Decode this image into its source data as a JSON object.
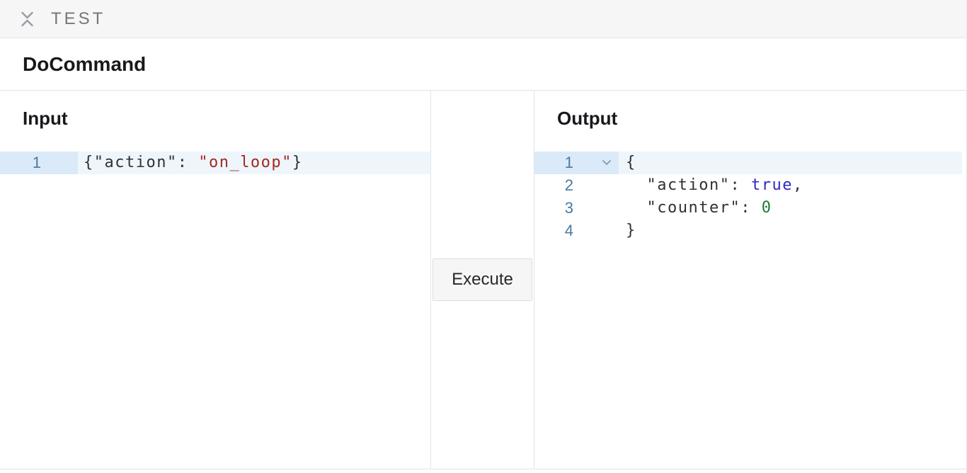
{
  "topbar": {
    "title": "TEST"
  },
  "command_header": {
    "title": "DoCommand"
  },
  "input_panel": {
    "heading": "Input"
  },
  "output_panel": {
    "heading": "Output"
  },
  "execute_button": {
    "label": "Execute"
  },
  "icons": {
    "topbar_collapse": "collapse-vertical-icon",
    "output_fold": "chevron-down-icon"
  },
  "colors": {
    "topbar_bg": "#f6f6f7",
    "border": "#e4e4e6",
    "line_number": "#4a7aa2",
    "active_line_gutter_bg": "#dbeaf8",
    "active_line_bg": "#eef6fc",
    "code_plain": "#2e3236",
    "code_string": "#a5291f",
    "code_boolean": "#2d28c4",
    "code_number": "#1d7a36",
    "fold_chevron": "#7b9cb8",
    "collapse_icon": "#9aa1a8"
  },
  "editors": {
    "input": {
      "lines": [
        {
          "number": "1",
          "active": true,
          "fold": false,
          "tokens": [
            {
              "type": "plain",
              "text": "{\"action\": "
            },
            {
              "type": "string",
              "text": "\"on_loop\""
            },
            {
              "type": "plain",
              "text": "}"
            }
          ]
        }
      ]
    },
    "output": {
      "lines": [
        {
          "number": "1",
          "active": true,
          "fold": true,
          "tokens": [
            {
              "type": "plain",
              "text": "{"
            }
          ]
        },
        {
          "number": "2",
          "active": false,
          "fold": false,
          "tokens": [
            {
              "type": "plain",
              "text": "  \"action\": "
            },
            {
              "type": "boolean",
              "text": "true"
            },
            {
              "type": "plain",
              "text": ","
            }
          ]
        },
        {
          "number": "3",
          "active": false,
          "fold": false,
          "tokens": [
            {
              "type": "plain",
              "text": "  \"counter\": "
            },
            {
              "type": "number",
              "text": "0"
            }
          ]
        },
        {
          "number": "4",
          "active": false,
          "fold": false,
          "tokens": [
            {
              "type": "plain",
              "text": "}"
            }
          ]
        }
      ]
    }
  }
}
